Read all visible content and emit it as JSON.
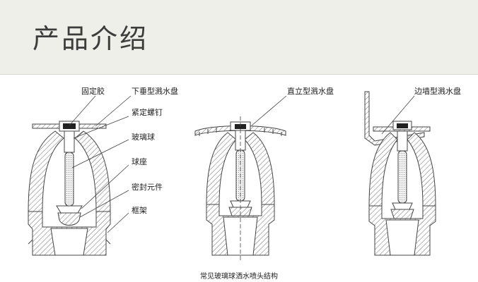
{
  "header": {
    "title": "产品介绍"
  },
  "labels": {
    "fixing_glue": "固定胶",
    "pendent_deflector": "下垂型溅水盘",
    "set_screw": "紧定螺钉",
    "glass_bulb": "玻璃球",
    "bulb_seat": "球座",
    "seal_element": "密封元件",
    "frame": "框架",
    "upright_deflector": "直立型溅水盘",
    "sidewall_deflector": "边墙型溅水盘"
  },
  "caption": "常见玻璃球洒水喷头结构"
}
